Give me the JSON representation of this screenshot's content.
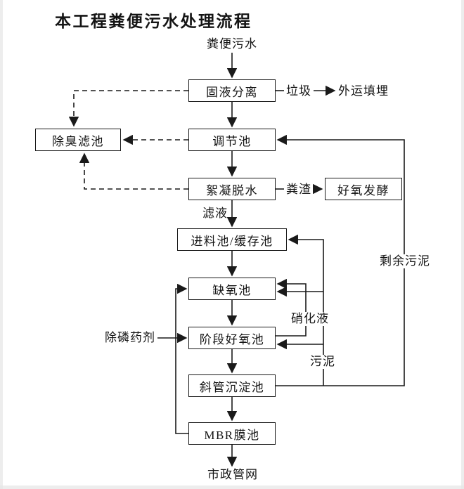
{
  "title": "本工程粪便污水处理流程",
  "nodes": {
    "solid_liquid_separation": "固液分离",
    "deodorizing_filter": "除臭滤池",
    "regulating_tank": "调节池",
    "flocculation_dewatering": "絮凝脱水",
    "aerobic_fermentation": "好氧发酵",
    "feed_buffer_tank": "进料池/缓存池",
    "anoxic_tank": "缺氧池",
    "staged_aerobic_tank": "阶段好氧池",
    "inclined_tube_sedimentation_tank": "斜管沉淀池",
    "mbr_membrane_tank": "MBR膜池"
  },
  "labels": {
    "influent": "粪便污水",
    "garbage": "垃圾",
    "landfill": "外运填埋",
    "fecal_residue": "粪渣",
    "filtrate": "滤液",
    "excess_sludge": "剩余污泥",
    "nitrified_liquid": "硝化液",
    "phosphorus_agent": "除磷药剂",
    "sludge": "污泥",
    "municipal_network": "市政管网"
  },
  "flows": {
    "solid_arrows": "process flow",
    "dashed_arrows": "odor to deodorizing filter"
  },
  "colors": {
    "ink": "#1a1a1a",
    "background": "#ffffff"
  }
}
